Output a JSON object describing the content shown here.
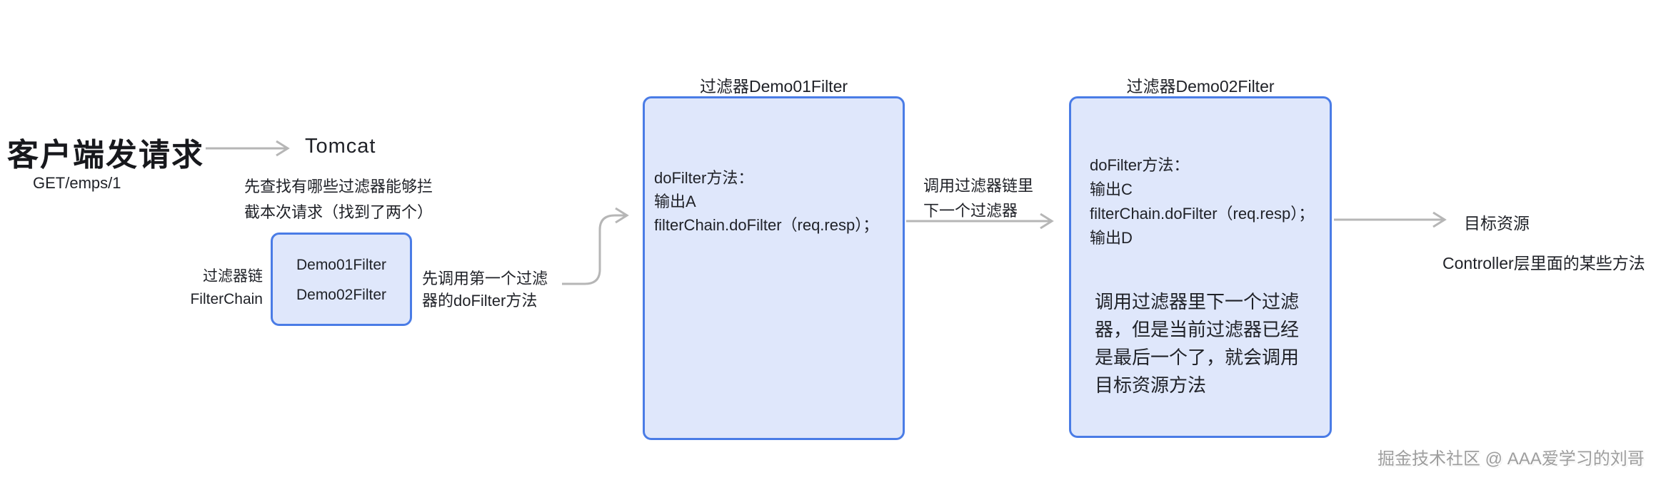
{
  "colors": {
    "box-border": "#4a7ce6",
    "box-fill": "#dfe7fb",
    "arrow": "#b6b6b6",
    "text": "#1f2127",
    "watermark": "#9e9e9e"
  },
  "client": {
    "title": "客户端发请求",
    "request": "GET/emps/1"
  },
  "tomcat": {
    "label": "Tomcat",
    "note_lines": [
      "先查找有哪些过滤器能够拦",
      "截本次请求（找到了两个）"
    ]
  },
  "filter_chain": {
    "label_lines": [
      "过滤器链",
      "FilterChain"
    ],
    "filters": [
      "Demo01Filter",
      "Demo02Filter"
    ],
    "note_lines": [
      "先调用第一个过滤",
      "器的doFilter方法"
    ]
  },
  "filter1": {
    "title": "过滤器Demo01Filter",
    "body_lines": [
      "doFilter方法：",
      "输出A",
      "filterChain.doFilter（req.resp）；"
    ]
  },
  "chain_call": {
    "label_lines": [
      "调用过滤器链里",
      "下一个过滤器"
    ]
  },
  "filter2": {
    "title": "过滤器Demo02Filter",
    "body_lines": [
      "doFilter方法：",
      "输出C",
      "filterChain.doFilter（req.resp）；",
      "输出D"
    ],
    "note_lines": [
      "调用过滤器里下一个过滤",
      "器，但是当前过滤器已经",
      "是最后一个了，就会调用",
      "目标资源方法"
    ]
  },
  "target": {
    "label": "目标资源",
    "description": "Controller层里面的某些方法"
  },
  "watermark": "掘金技术社区 @ AAA爱学习的刘哥"
}
